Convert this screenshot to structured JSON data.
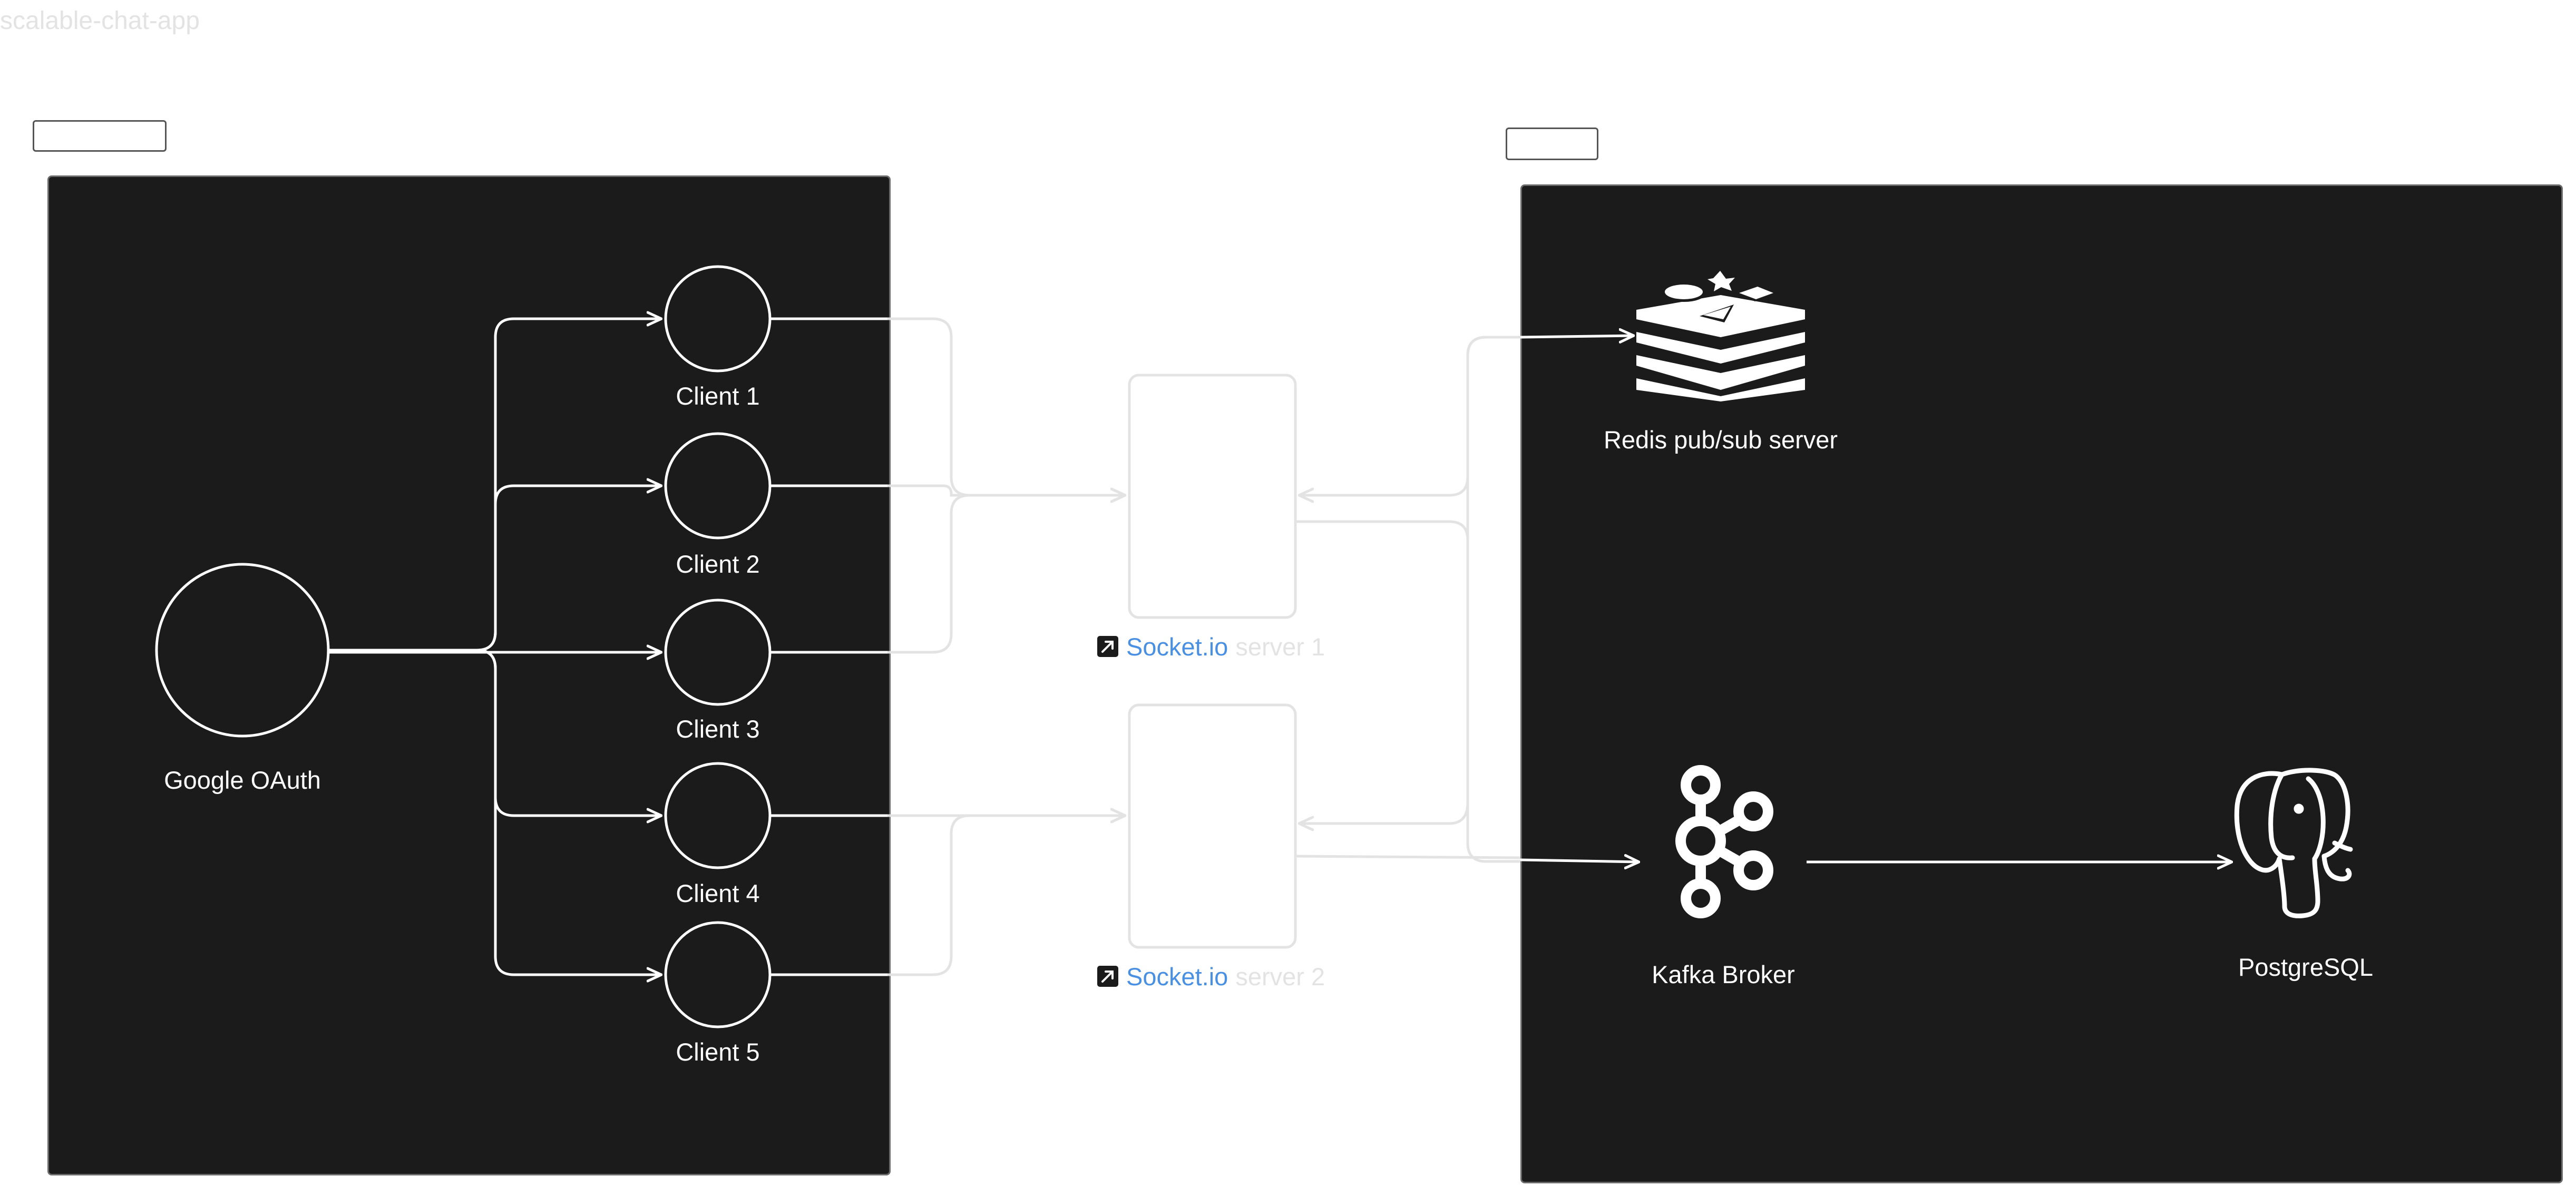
{
  "board": {
    "title": "scalable-chat-app"
  },
  "nodes": {
    "oauth": "Google OAuth",
    "clients": [
      "Client 1",
      "Client 2",
      "Client 3",
      "Client 4",
      "Client 5"
    ],
    "redis": "Redis pub/sub server",
    "kafka": "Kafka Broker",
    "postgres": "PostgreSQL"
  },
  "servers": [
    {
      "link": "Socket.io",
      "name": "server 1",
      "link_icon": "arrow-up-right-icon"
    },
    {
      "link": "Socket.io",
      "name": "server 2",
      "link_icon": "arrow-up-right-icon"
    }
  ],
  "colors": {
    "panel": "#1b1b1b",
    "stroke": "#ffffff",
    "faint": "#e3e3e3",
    "link": "#4a90e2"
  }
}
